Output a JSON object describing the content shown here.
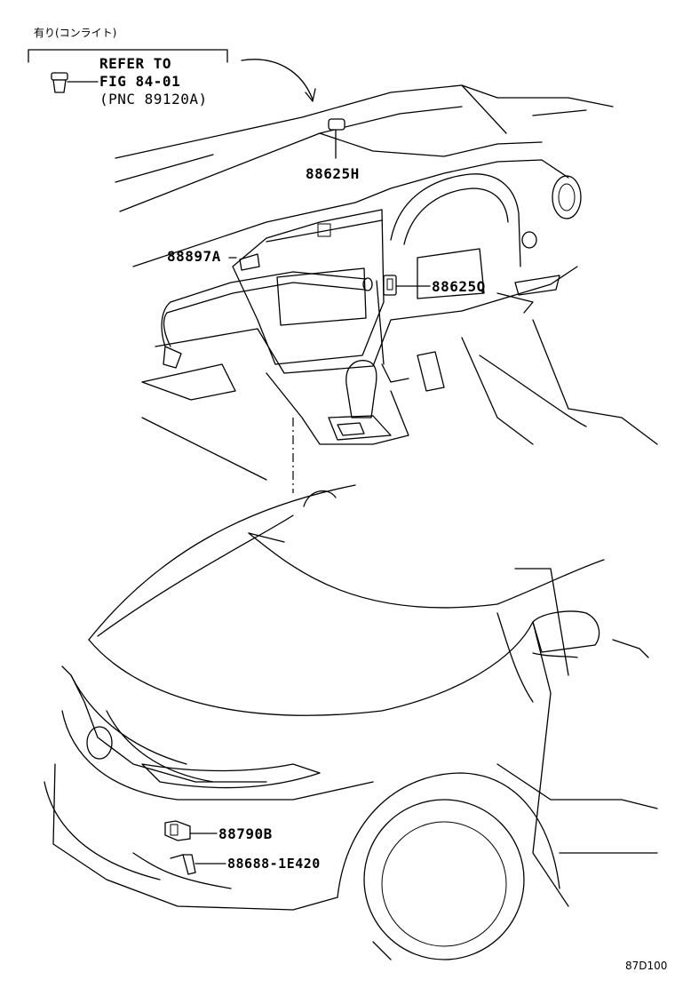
{
  "callout": {
    "variant_note": "有り(コンライト)",
    "refer_line1": "REFER TO",
    "refer_line2": "FIG 84-01",
    "refer_line3": "(PNC 89120A)"
  },
  "parts": {
    "p_88625H": "88625H",
    "p_88897A": "88897A",
    "p_88625Q": "88625Q",
    "p_88790B": "88790B",
    "p_88688": "88688-1E420"
  },
  "diagram_code": "87D100"
}
